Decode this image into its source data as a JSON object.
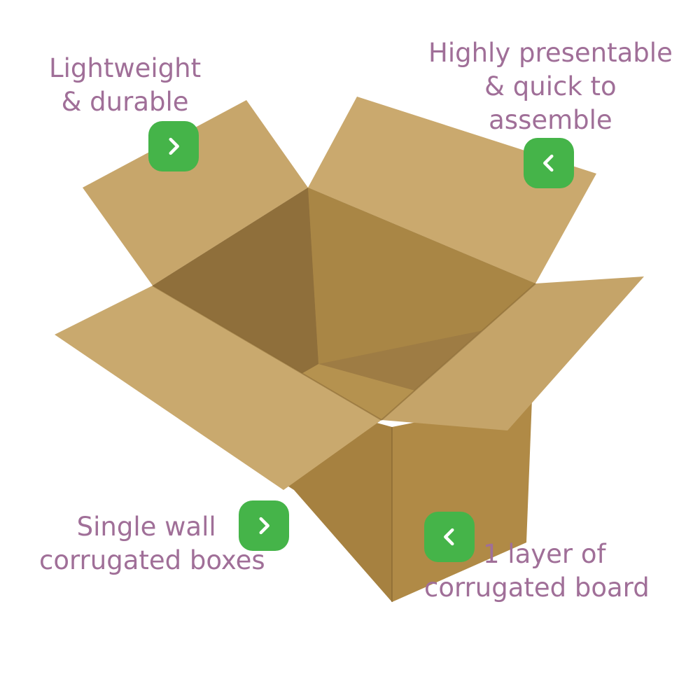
{
  "colors": {
    "label_text": "#a06f98",
    "badge_green": "#45b449",
    "cardboard_light": "#c9a96e",
    "cardboard_mid": "#b89558",
    "cardboard_dark": "#9c7a42",
    "background": "#ffffff"
  },
  "features": {
    "top_left": {
      "lines": [
        "Lightweight",
        "& durable"
      ],
      "icon": "chevron-right-icon"
    },
    "top_right": {
      "lines": [
        "Highly presentable",
        "& quick to",
        "assemble"
      ],
      "icon": "chevron-left-icon"
    },
    "bottom_left": {
      "lines": [
        "Single wall",
        "corrugated boxes"
      ],
      "icon": "chevron-right-icon"
    },
    "bottom_right": {
      "lines": [
        "1 layer of",
        "corrugated board"
      ],
      "icon": "chevron-left-icon"
    }
  }
}
